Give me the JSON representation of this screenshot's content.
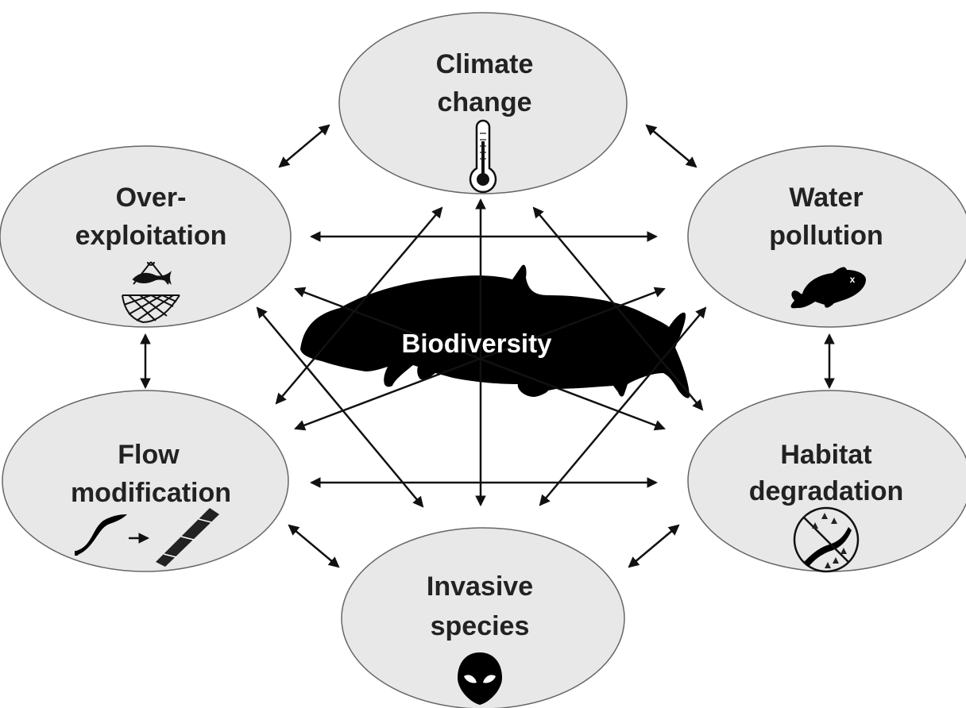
{
  "diagram": {
    "center": {
      "label": "Biodiversity",
      "icon": "fish-silhouette-icon"
    },
    "nodes": [
      {
        "id": "climate",
        "line1": "Climate",
        "line2": "change",
        "icon": "thermometer-icon"
      },
      {
        "id": "overexploitation",
        "line1": "Over-",
        "line2": "exploitation",
        "icon": "fishing-net-icon"
      },
      {
        "id": "water",
        "line1": "Water",
        "line2": "pollution",
        "icon": "dead-fish-icon"
      },
      {
        "id": "flow",
        "line1": "Flow",
        "line2": "modification",
        "icon": "river-channelization-icon"
      },
      {
        "id": "habitat",
        "line1": "Habitat",
        "line2": "degradation",
        "icon": "no-forest-river-icon"
      },
      {
        "id": "invasive",
        "line1": "Invasive",
        "line2": "species",
        "icon": "alien-head-icon"
      }
    ],
    "colors": {
      "node_fill": "#e8e8e8",
      "node_stroke": "#666666",
      "arrow": "#111111",
      "text": "#222222",
      "fish": "#000000"
    }
  }
}
